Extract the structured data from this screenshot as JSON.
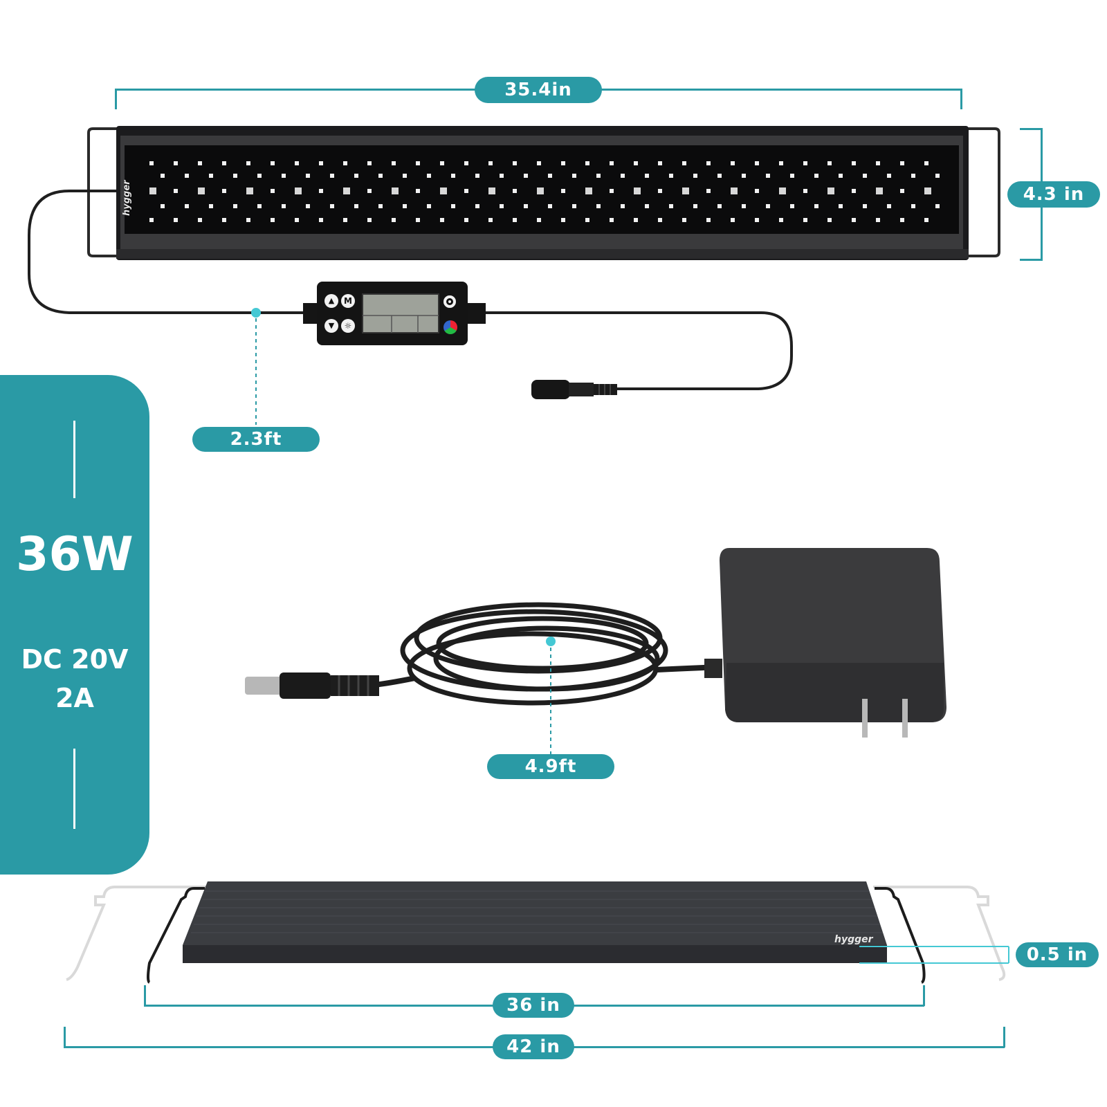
{
  "dimensions": {
    "light_length": "35.4in",
    "light_height": "4.3 in",
    "controller_cable": "2.3ft",
    "adapter_cable": "4.9ft",
    "lamp_thickness": "0.5 in",
    "min_length": "36 in",
    "max_length": "42 in"
  },
  "specs": {
    "wattage": "36W",
    "voltage": "DC 20V",
    "current": "2A"
  },
  "brand": "hygger",
  "colors": {
    "accent": "#2a9aa5",
    "fixture": "#1b1b1d",
    "cable": "#1f1f1f"
  },
  "icons": [
    "up-arrow-icon",
    "mode-icon",
    "power-icon",
    "down-arrow-icon",
    "light-icon",
    "rgb-color-icon"
  ]
}
